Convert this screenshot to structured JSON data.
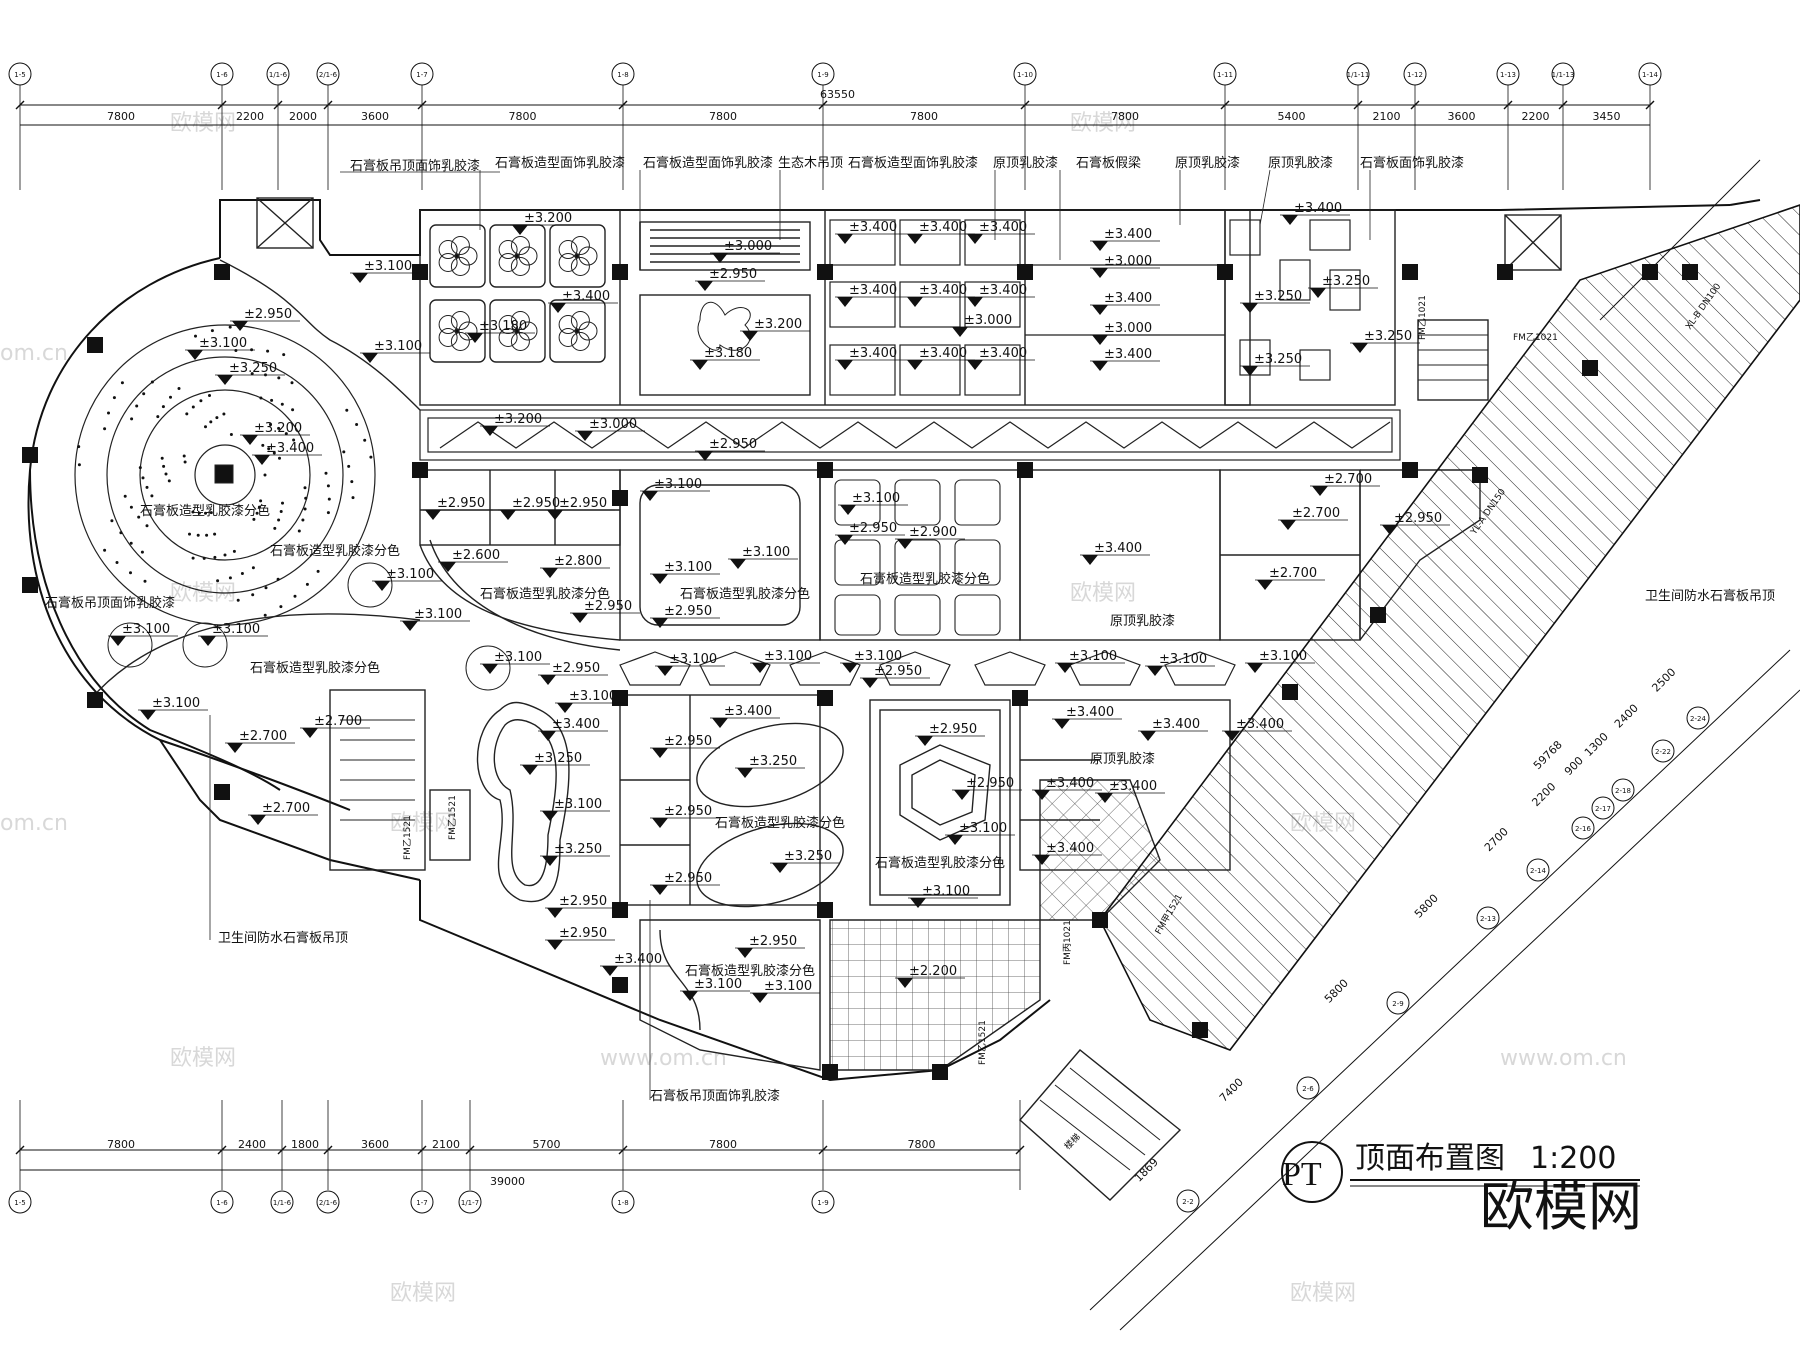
{
  "title": {
    "code": "PT",
    "text": "顶面布置图",
    "scale": "1:200"
  },
  "logo_text": "欧模网",
  "watermarks": [
    "欧模网",
    "www.om.cn",
    "om.cn"
  ],
  "top_axes": [
    "1-5",
    "1-6",
    "1/1-6",
    "2/1-6",
    "1-7",
    "1-8",
    "1-9",
    "1-10",
    "1-11",
    "1/1-11",
    "1-12",
    "1-13",
    "1/1-13",
    "1-14"
  ],
  "top_dims": [
    "7800",
    "2200",
    "2000",
    "3600",
    "7800",
    "7800",
    "7800",
    "7800",
    "5400",
    "2100",
    "3600",
    "2200",
    "3450"
  ],
  "top_total": "63550",
  "bottom_axes": [
    "1-5",
    "1-6",
    "1/1-6",
    "2/1-6",
    "1-7",
    "1/1-7",
    "1-8",
    "1-9"
  ],
  "bottom_dims": [
    "7800",
    "2400",
    "1800",
    "3600",
    "2100",
    "5700",
    "7800",
    "7800"
  ],
  "bottom_total": "39000",
  "diag_dims": [
    "2500",
    "2400",
    "1300",
    "900",
    "2200",
    "2700",
    "5800",
    "5800",
    "7400",
    "1869"
  ],
  "diag_total": "59768",
  "diag_axes": [
    "2-24",
    "2-22",
    "2-18",
    "2-17",
    "2-16",
    "2-14",
    "2-13",
    "2-9",
    "2-6",
    "2-2"
  ],
  "notes": {
    "n1": "石膏板吊顶面饰乳胶漆",
    "n2": "石膏板造型面饰乳胶漆",
    "n3": "石膏板造型面饰乳胶漆",
    "n4": "生态木吊顶",
    "n5": "石膏板造型面饰乳胶漆",
    "n6": "原顶乳胶漆",
    "n7": "石膏板假梁",
    "n8": "原顶乳胶漆",
    "n9": "原顶乳胶漆",
    "n10": "石膏板面饰乳胶漆",
    "n11": "石膏板造型乳胶漆分色",
    "n12": "石膏板吊顶面饰乳胶漆",
    "n13": "石膏板造型乳胶漆分色",
    "n14": "石膏板造型乳胶漆分色",
    "n15": "石膏板造型乳胶漆分色",
    "n16": "石膏板造型乳胶漆分色",
    "n17": "原顶乳胶漆",
    "n18": "卫生间防水石膏板吊顶",
    "n19": "卫生间防水石膏板吊顶",
    "n20": "石膏板造型乳胶漆分色",
    "n21": "石膏板造型乳胶漆分色",
    "n22": "原顶乳胶漆",
    "n23": "石膏板造型乳胶漆分色",
    "n24": "石膏板吊顶面饰乳胶漆",
    "n25": "石膏板造型乳胶漆分色"
  },
  "levels": {
    "l3100": "±3.100",
    "l2950": "±2.950",
    "l3200": "±3.200",
    "l3250": "±3.250",
    "l3400": "±3.400",
    "l3000": "±3.000",
    "l2700": "±2.700",
    "l2600": "±2.600",
    "l2800": "±2.800",
    "l2900": "±2.900",
    "l3180": "±3.180",
    "l2200": "±2.200"
  },
  "door_tags": [
    "FM乙1021",
    "FM乙1021",
    "FM乙1521",
    "FM乙1521",
    "FM甲1521",
    "FM丙1021",
    "FM乙1521"
  ],
  "pipe_tags": [
    "XL-B DN100",
    "YL-A DN150"
  ],
  "stair_label": "楼梯"
}
